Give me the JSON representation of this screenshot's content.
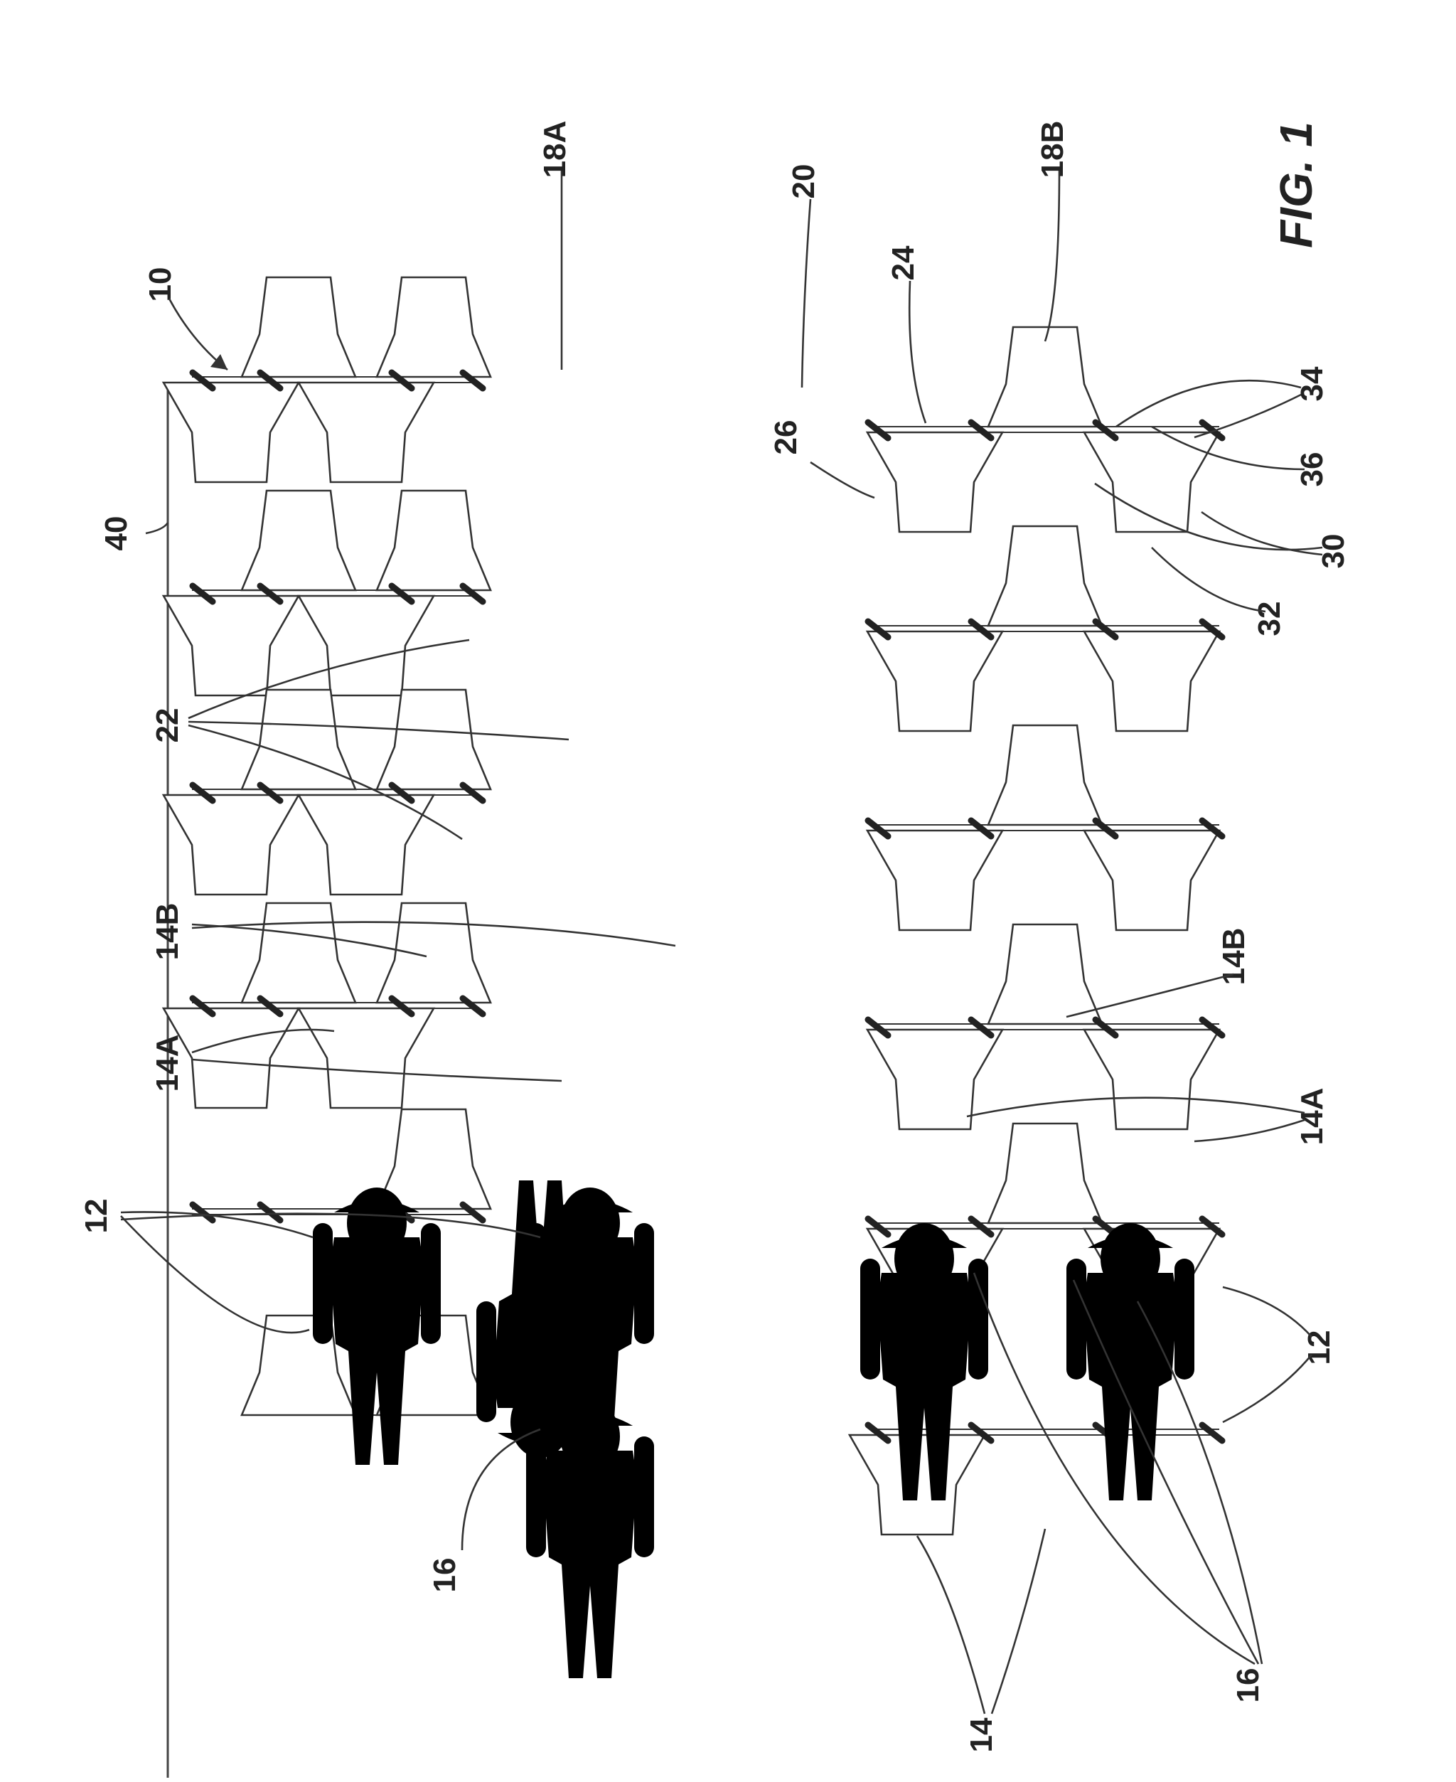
{
  "figure": {
    "caption": "FIG. 1",
    "reference_numerals": {
      "system": "10",
      "wall": "40",
      "seat_group": "12",
      "person": "16",
      "seat": "14",
      "seat_row_a": "14A",
      "seat_row_b": "14B",
      "row_assembly_a": "18A",
      "row_assembly_b": "18B",
      "aisle": "20",
      "spacing": "22",
      "seat_back": "24",
      "seat_edge": "26",
      "divider": "30",
      "base": "32",
      "armrest": "34",
      "console": "36"
    }
  }
}
